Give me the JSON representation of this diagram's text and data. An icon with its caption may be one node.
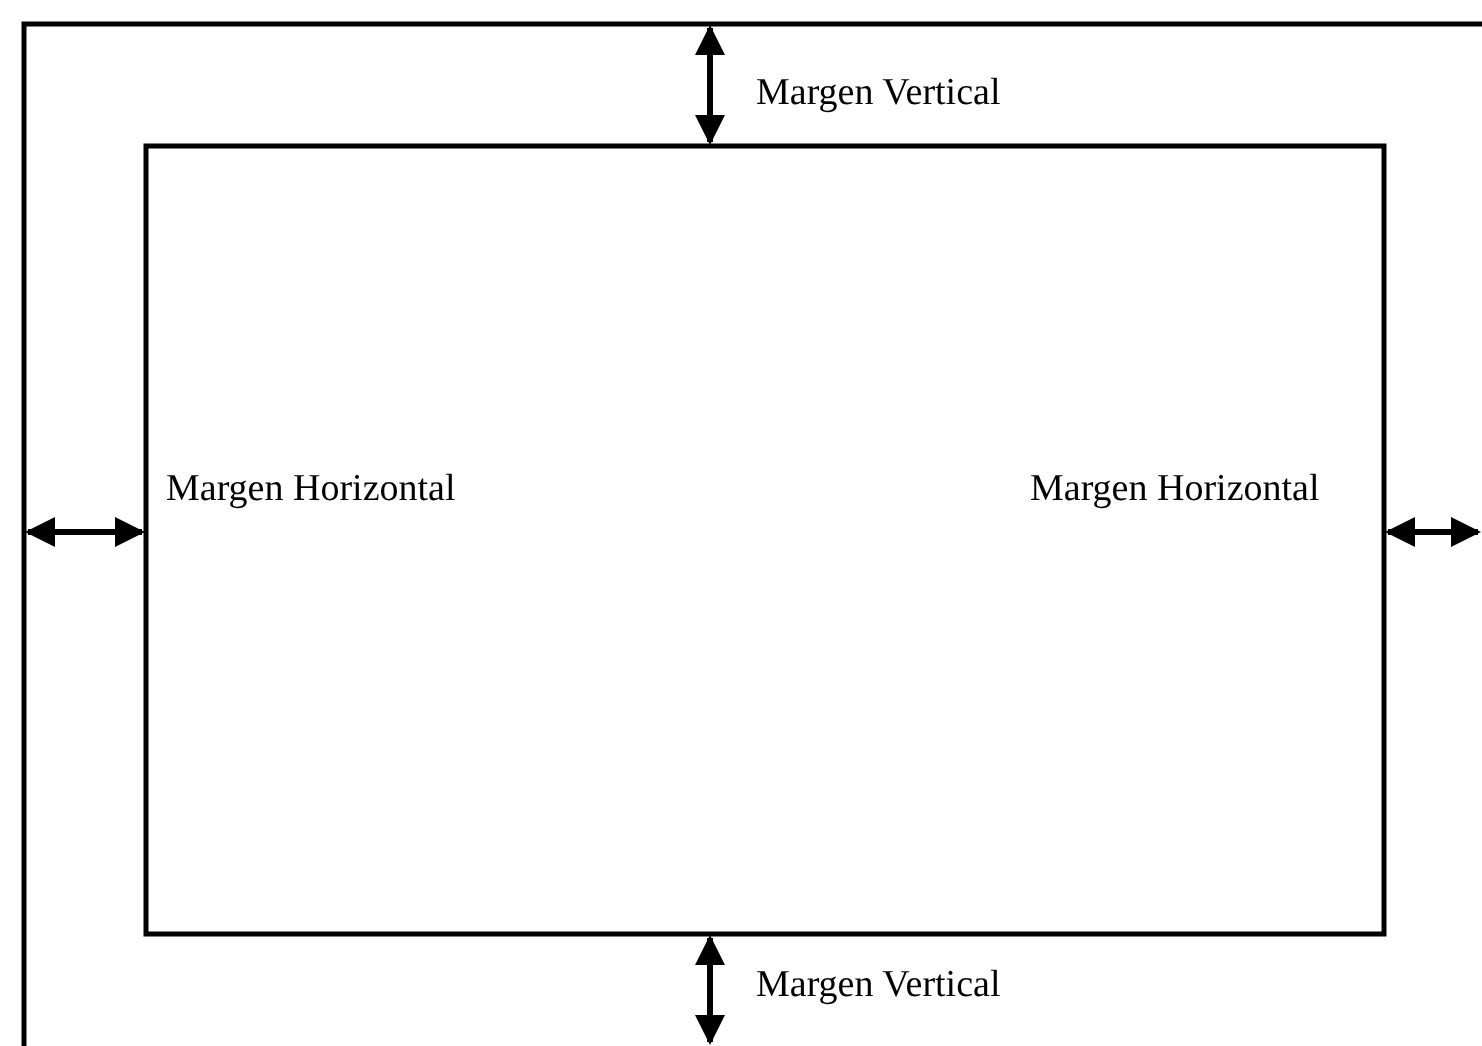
{
  "diagram": {
    "labels": [
      "Margen Vertical",
      "Margen Horizontal",
      "Margen Horizontal",
      "Margen Vertical"
    ]
  }
}
